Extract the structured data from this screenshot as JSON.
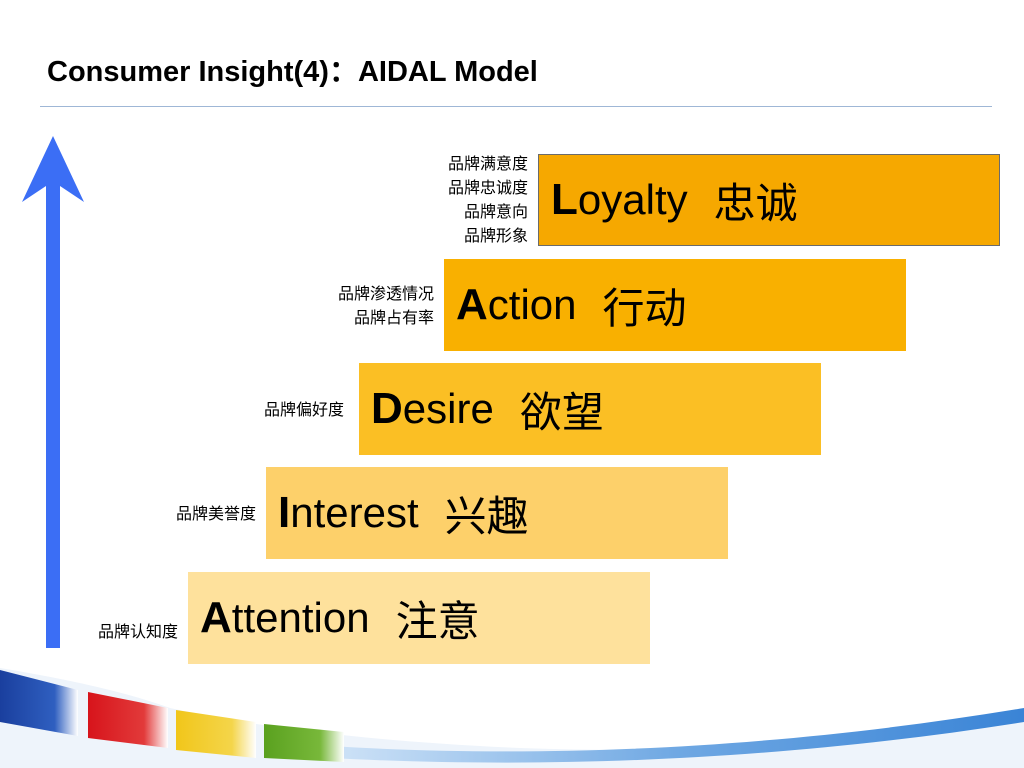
{
  "slide": {
    "title": "Consumer Insight(4)：AIDAL Model"
  },
  "stages": [
    {
      "id": "loyalty",
      "initial": "L",
      "rest": "oyalty",
      "chinese": "忠诚",
      "color": "#f6a800",
      "metrics": [
        "品牌满意度",
        "品牌忠诚度",
        "品牌意向",
        "品牌形象"
      ]
    },
    {
      "id": "action",
      "initial": "A",
      "rest": "ction",
      "chinese": "行动",
      "color": "#f9b000",
      "metrics": [
        "品牌渗透情况",
        "品牌占有率"
      ]
    },
    {
      "id": "desire",
      "initial": "D",
      "rest": "esire",
      "chinese": "欲望",
      "color": "#fbbf24",
      "metrics": [
        "品牌偏好度"
      ]
    },
    {
      "id": "interest",
      "initial": "I",
      "rest": "nterest",
      "chinese": "兴趣",
      "color": "#fdd06a",
      "metrics": [
        "品牌美誉度"
      ]
    },
    {
      "id": "attention",
      "initial": "A",
      "rest": "ttention",
      "chinese": "注意",
      "color": "#fee19c",
      "metrics": [
        "品牌认知度"
      ]
    }
  ],
  "colors": {
    "arrow": "#3b6ef5",
    "title_rule": "#9fb7d6",
    "footer_wave": "#4a90d9",
    "footer_blocks": [
      "#1a3f9e",
      "#d7141b",
      "#f1c61a",
      "#5aa11f"
    ]
  },
  "icons": {
    "arrow": "up-arrow-icon"
  }
}
